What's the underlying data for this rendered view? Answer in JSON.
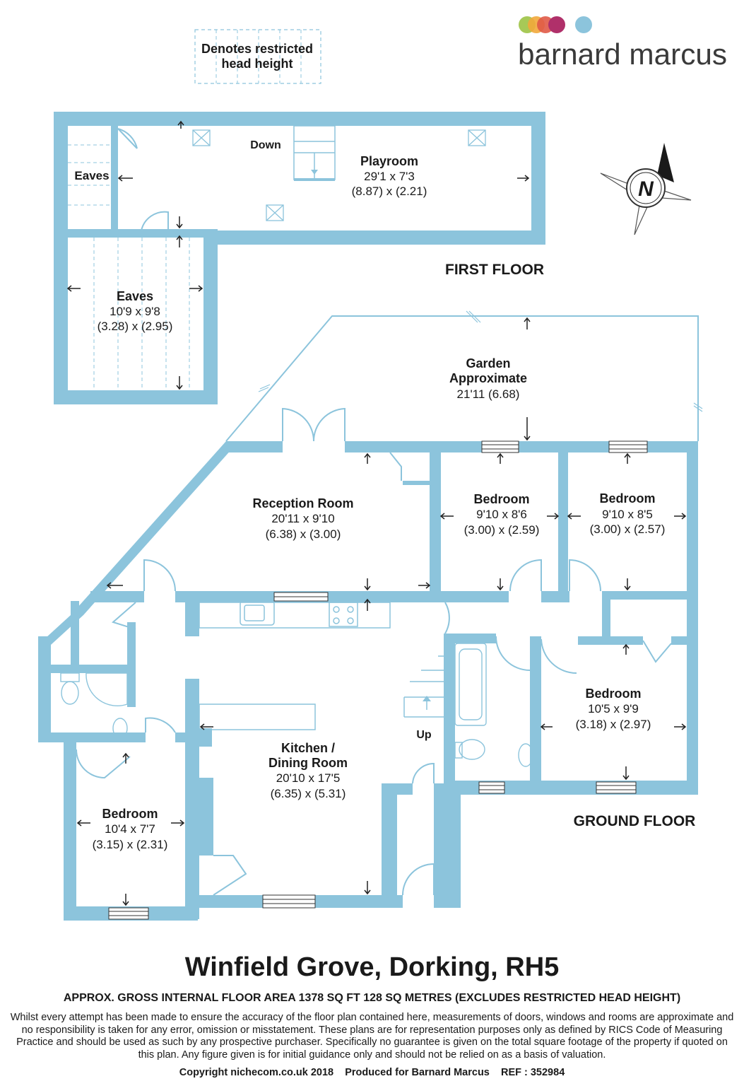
{
  "legend": {
    "line1": "Denotes restricted",
    "line2": "head height"
  },
  "brand": {
    "name": "barnard marcus",
    "dot_colors": [
      "#a7c957",
      "#f2a93b",
      "#e05a47",
      "#b0306a",
      "#8cc4dc"
    ]
  },
  "compass": {
    "letter": "N"
  },
  "floors": {
    "first": "FIRST FLOOR",
    "ground": "GROUND FLOOR"
  },
  "rooms": {
    "playroom": {
      "name": "Playroom",
      "imperial": "29'1 x 7'3",
      "metric": "(8.87) x (2.21)"
    },
    "eaves_small": {
      "name": "Eaves"
    },
    "eaves": {
      "name": "Eaves",
      "imperial": "10'9 x 9'8",
      "metric": "(3.28) x (2.95)"
    },
    "stairs_down": "Down",
    "garden": {
      "name1": "Garden",
      "name2": "Approximate",
      "dims": "21'11 (6.68)"
    },
    "reception": {
      "name": "Reception Room",
      "imperial": "20'11 x 9'10",
      "metric": "(6.38) x (3.00)"
    },
    "bedroom_a": {
      "name": "Bedroom",
      "imperial": "9'10 x 8'6",
      "metric": "(3.00) x (2.59)"
    },
    "bedroom_b": {
      "name": "Bedroom",
      "imperial": "9'10 x 8'5",
      "metric": "(3.00) x (2.57)"
    },
    "bedroom_c": {
      "name": "Bedroom",
      "imperial": "10'5 x 9'9",
      "metric": "(3.18) x (2.97)"
    },
    "bedroom_d": {
      "name": "Bedroom",
      "imperial": "10'4 x 7'7",
      "metric": "(3.15) x (2.31)"
    },
    "kitchen": {
      "name1": "Kitchen /",
      "name2": "Dining Room",
      "imperial": "20'10 x 17'5",
      "metric": "(6.35) x (5.31)"
    },
    "stairs_up": "Up"
  },
  "footer": {
    "title": "Winfield Grove, Dorking, RH5",
    "area": "APPROX. GROSS INTERNAL FLOOR AREA 1378 SQ FT 128 SQ METRES (EXCLUDES RESTRICTED HEAD HEIGHT)",
    "disclaimer": "Whilst every attempt has been made to ensure the accuracy of the floor plan contained here, measurements of doors, windows and rooms are approximate and no responsibility is taken for any error, omission or misstatement. These plans are for representation purposes only as defined by RICS Code of Measuring Practice and should be used as such by any prospective purchaser.  Specifically no guarantee is given on the total square footage of the property if quoted on this plan. Any figure given is for initial guidance only and should not be relied on as a basis of valuation.",
    "copyright": "Copyright nichecom.co.uk 2018    Produced for Barnard Marcus    REF : 352984"
  }
}
